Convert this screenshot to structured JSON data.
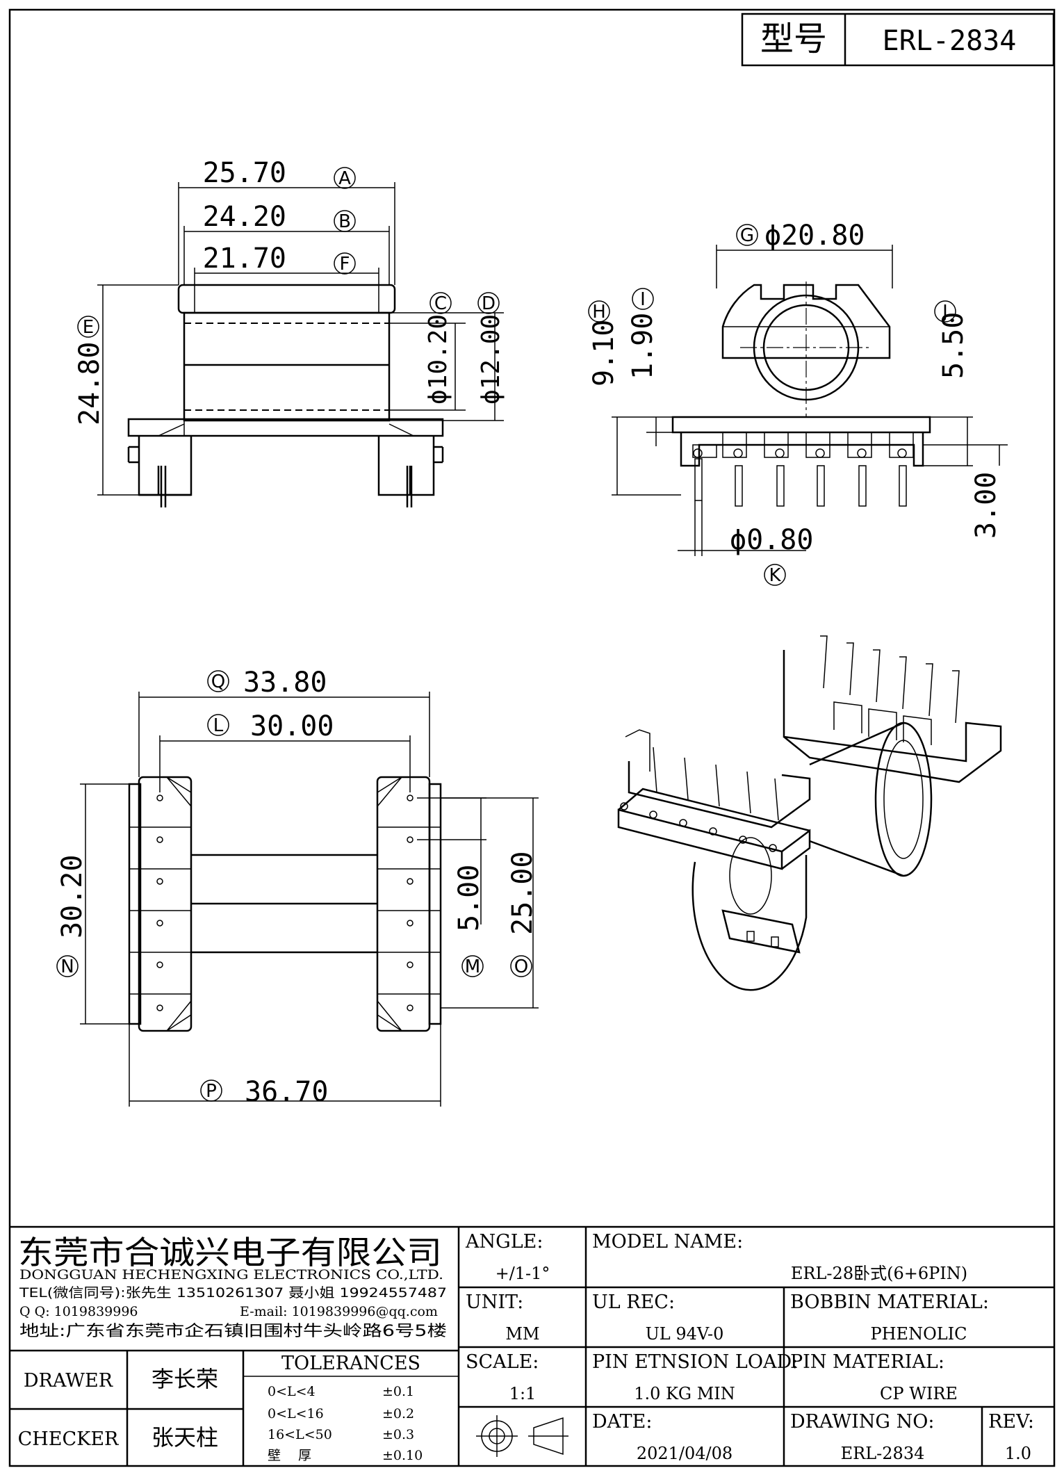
{
  "title_block": {
    "model_label": "型号",
    "model_value": "ERL-2834",
    "company_cn": "东莞市合诚兴电子有限公司",
    "company_en": "DONGGUAN HECHENGXING ELECTRONICS CO.,LTD.",
    "tel": "TEL(微信同号):张先生 13510261307 聂小姐 19924557487",
    "qq": "Q Q: 1019839996",
    "email": "E-mail: 1019839996@qq.com",
    "address": "地址:广东省东莞市企石镇旧围村牛头岭路6号5楼",
    "angle_label": "ANGLE:",
    "angle_value": "+/1-1°",
    "unit_label": "UNIT:",
    "unit_value": "MM",
    "scale_label": "SCALE:",
    "scale_value": "1:1",
    "model_name_label": "MODEL NAME:",
    "model_name_value": "ERL-28卧式(6+6PIN)",
    "ul_rec_label": "UL REC:",
    "ul_rec_value": "UL 94V-0",
    "bobbin_material_label": "BOBBIN MATERIAL:",
    "bobbin_material_value": "PHENOLIC",
    "pin_tension_label": "PIN ETNSION LOAD:",
    "pin_tension_value": "1.0 KG MIN",
    "pin_material_label": "PIN MATERIAL:",
    "pin_material_value": "CP WIRE",
    "date_label": "DATE:",
    "date_value": "2021/04/08",
    "drawing_no_label": "DRAWING NO:",
    "drawing_no_value": "ERL-2834",
    "rev_label": "REV:",
    "rev_value": "1.0",
    "drawer_label": "DRAWER",
    "drawer_name": "李长荣",
    "checker_label": "CHECKER",
    "checker_name": "张天柱",
    "tolerances_label": "TOLERANCES",
    "tolerances": [
      {
        "range": "0<L<4",
        "value": "±0.1"
      },
      {
        "range": "0<L<16",
        "value": "±0.2"
      },
      {
        "range": "16<L<50",
        "value": "±0.3"
      },
      {
        "range": "壁　 厚",
        "value": "±0.10"
      }
    ]
  },
  "dimensions": {
    "A": {
      "letter": "A",
      "value": "25.70"
    },
    "B": {
      "letter": "B",
      "value": "24.20"
    },
    "F": {
      "letter": "F",
      "value": "21.70"
    },
    "C": {
      "letter": "C",
      "value": "ϕ10.20"
    },
    "D": {
      "letter": "D",
      "value": "ϕ12.00"
    },
    "E": {
      "letter": "E",
      "value": "24.80"
    },
    "G": {
      "letter": "G",
      "value": "ϕ20.80"
    },
    "H": {
      "letter": "H",
      "value": "9.10"
    },
    "I": {
      "letter": "I",
      "value": "1.90"
    },
    "J": {
      "letter": "J",
      "value": "5.50"
    },
    "J2": {
      "value": "3.00"
    },
    "K": {
      "letter": "K",
      "value": "ϕ0.80"
    },
    "Q": {
      "letter": "Q",
      "value": "33.80"
    },
    "L": {
      "letter": "L",
      "value": "30.00"
    },
    "N": {
      "letter": "N",
      "value": "30.20"
    },
    "M": {
      "letter": "M",
      "value": "5.00"
    },
    "O": {
      "letter": "O",
      "value": "25.00"
    },
    "P": {
      "letter": "P",
      "value": "36.70"
    }
  }
}
